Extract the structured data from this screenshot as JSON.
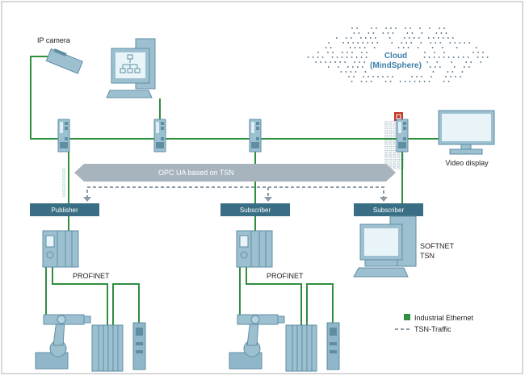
{
  "labels": {
    "ip_camera": "IP camera",
    "cloud_line1": "Cloud",
    "cloud_line2": "(MindSphere)",
    "video_display": "Video display",
    "opc_ua": "OPC UA based on TSN",
    "publisher": "Publisher",
    "subscriber_1": "Subscriber",
    "subscriber_2": "Subscriber",
    "softnet_line1": "SOFTNET",
    "softnet_line2": "TSN",
    "profinet_1": "PROFINET",
    "profinet_2": "PROFINET"
  },
  "legend": [
    {
      "label": "Industrial Ethernet",
      "style": "solid-square"
    },
    {
      "label": "TSN-Traffic",
      "style": "dashed"
    }
  ],
  "colors": {
    "ethernet": "#2f8f3f",
    "tsn": "#8c9aa6",
    "box": "#3a6e85",
    "device": "#9cc0d0",
    "device_dark": "#5f8ea3",
    "cloud_text": "#3d7fa6",
    "lock": "#c0392b"
  }
}
